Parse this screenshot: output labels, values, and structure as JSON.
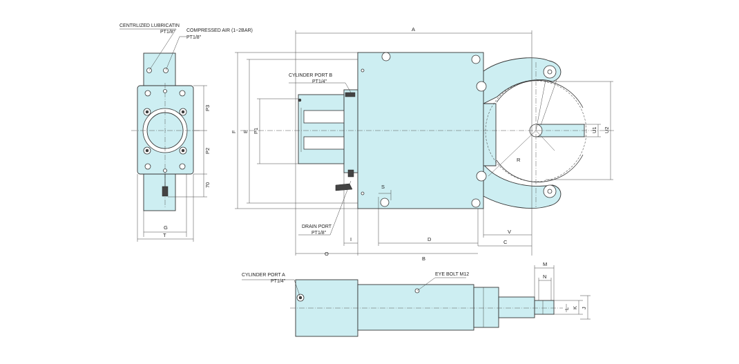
{
  "colors": {
    "body": "#cdeef2",
    "line": "#333333",
    "background": "#ffffff"
  },
  "labels": {
    "lubrication_1": "CENTRLIZED LUBRICATIN",
    "lubrication_2": "PT1/8\"",
    "air_1": "COMPRESSED AIR (1~2BAR)",
    "air_2": "PT1/8\"",
    "port_b_1": "CYLINDER PORT B",
    "port_b_2": "PT1/4\"",
    "drain_1": "DRAIN PORT",
    "drain_2": "PT1/8\"",
    "port_a_1": "CYLINDER PORT A",
    "port_a_2": "PT1/4\"",
    "eye_bolt": "EYE BOLT M12"
  },
  "dimensions": {
    "A": "A",
    "B": "B",
    "C": "C",
    "D": "D",
    "E": "E",
    "F": "F",
    "G": "G",
    "T": "T",
    "I": "I",
    "O": "O",
    "R": "R",
    "S": "S",
    "V": "V",
    "P1": "P1",
    "P2": "P2",
    "P3": "P3",
    "d70": "70",
    "U1": "U1",
    "U2": "U2",
    "M": "M",
    "N": "N",
    "K": "K",
    "J": "J",
    "L": "L"
  }
}
